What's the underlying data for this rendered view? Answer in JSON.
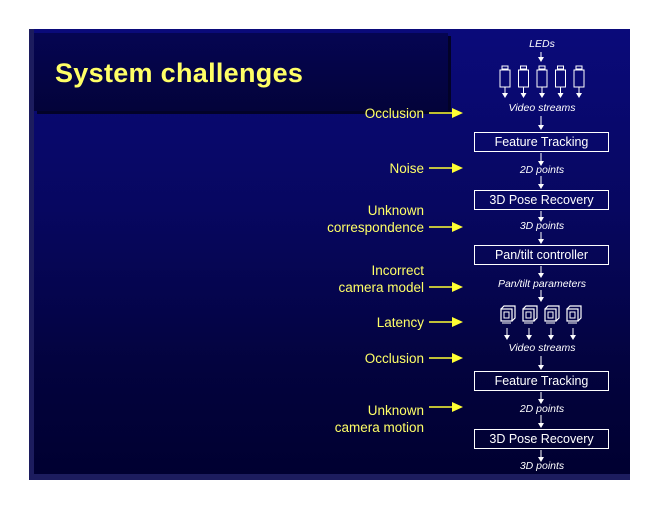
{
  "slide": {
    "title": "System challenges",
    "colors": {
      "background_top": "#0a0a7a",
      "background_bottom": "#000030",
      "title_text": "#ffff66",
      "challenge_text": "#ffff66",
      "pipeline_text": "#ffffff"
    }
  },
  "challenges": [
    {
      "lines": [
        "Occlusion"
      ]
    },
    {
      "lines": [
        "Noise"
      ]
    },
    {
      "lines": [
        "Unknown",
        "correspondence"
      ]
    },
    {
      "lines": [
        "Incorrect",
        "camera model"
      ]
    },
    {
      "lines": [
        "Latency"
      ]
    },
    {
      "lines": [
        "Occlusion"
      ]
    },
    {
      "lines": [
        "Unknown",
        "camera motion"
      ]
    }
  ],
  "pipeline": {
    "input_label": "LEDs",
    "led_camera_count": 5,
    "pan_tilt_camera_count": 4,
    "labels": {
      "video_streams_1": "Video streams",
      "points2d_1": "2D points",
      "points3d_1": "3D points",
      "pan_tilt_params": "Pan/tilt parameters",
      "video_streams_2": "Video streams",
      "points2d_2": "2D points",
      "points3d_2": "3D points"
    },
    "boxes": {
      "feature_tracking_1": "Feature Tracking",
      "pose_recovery_1": "3D Pose Recovery",
      "pan_tilt_controller": "Pan/tilt controller",
      "feature_tracking_2": "Feature Tracking",
      "pose_recovery_2": "3D Pose Recovery"
    }
  }
}
